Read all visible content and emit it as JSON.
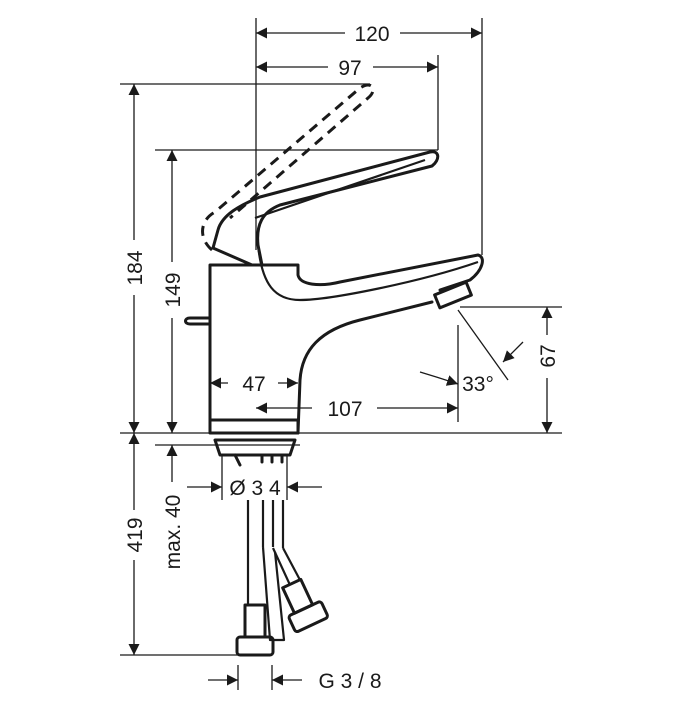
{
  "dimensions": {
    "width_total": "120",
    "lever_reach": "97",
    "height_total": "184",
    "height_lever": "149",
    "spout_height": "67",
    "body_diameter": "47",
    "spout_projection": "107",
    "spout_angle": "33°",
    "hose_length": "419",
    "max_deck_thickness": "max. 40",
    "shank_diameter": "Ø 3 4",
    "connection_thread": "G 3 / 8"
  },
  "colors": {
    "line": "#1a1a1a",
    "background": "#ffffff"
  }
}
